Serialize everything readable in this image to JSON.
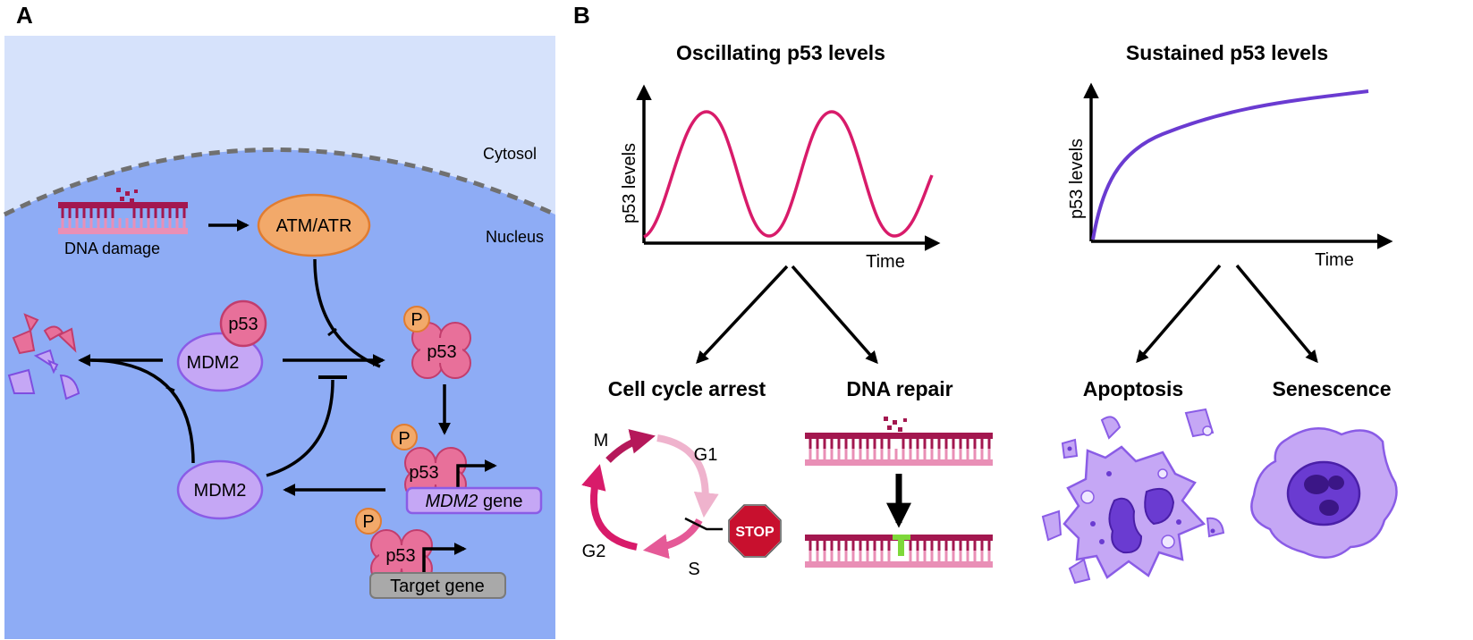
{
  "panel_a": {
    "letter": "A",
    "cytosol_label": "Cytosol",
    "nucleus_label": "Nucleus",
    "dna_damage_label": "DNA damage",
    "atm_atr_label": "ATM/ATR",
    "complex_p53_label": "p53",
    "complex_mdm2_label": "MDM2",
    "phospho_label": "P",
    "p53_label": "p53",
    "mdm2_label": "MDM2",
    "mdm2_gene_italic": "MDM2",
    "mdm2_gene_suffix": " gene",
    "target_gene_label": "Target gene"
  },
  "panel_b": {
    "letter": "B",
    "oscillating": {
      "title": "Oscillating p53 levels",
      "ylabel": "p53 levels",
      "xlabel": "Time",
      "color": "#d81b6a"
    },
    "sustained": {
      "title": "Sustained p53  levels",
      "ylabel": "p53 levels",
      "xlabel": "Time",
      "color": "#6a3bd1"
    },
    "outcomes": {
      "cell_cycle_arrest": "Cell cycle arrest",
      "dna_repair": "DNA repair",
      "apoptosis": "Apoptosis",
      "senescence": "Senescence"
    },
    "cell_cycle": {
      "m": "M",
      "g1": "G1",
      "s": "S",
      "g2": "G2",
      "stop": "STOP"
    }
  },
  "colors": {
    "cytosol": "#d6e2fb",
    "nucleus": "#8eacf5",
    "p53_pink": "#e8709a",
    "mdm2_purple": "#c5a7f5",
    "atm_orange": "#f2a96a",
    "dna_dark": "#a3174f",
    "dna_light": "#e98fb6"
  }
}
